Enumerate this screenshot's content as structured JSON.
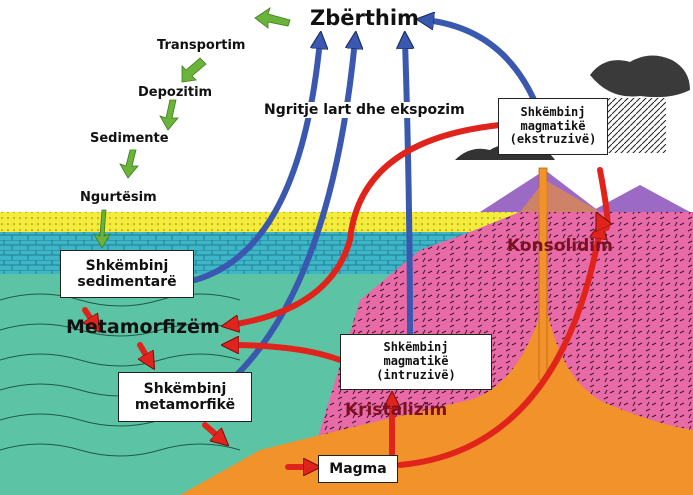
{
  "labels": {
    "zberthim": "Zbërthim",
    "transportim": "Transportim",
    "depozitim": "Depozitim",
    "sedimente": "Sedimente",
    "ngurtesim": "Ngurtësim",
    "ngritje": "Ngritje lart dhe ekspozim",
    "metamorfizem": "Metamorfizëm",
    "konsolidim": "Konsolidim",
    "kristalizim": "Kristalizim",
    "magma": "Magma"
  },
  "boxes": {
    "sedimentare": [
      "Shkëmbinj",
      "sedimentarë"
    ],
    "metamorfike": [
      "Shkëmbinj",
      "metamorfikë"
    ],
    "intruzive": [
      "Shkëmbinj",
      "magmatikë",
      "(intruzivë)"
    ],
    "ekstruzive": [
      "Shkëmbinj",
      "magmatikë",
      "(ekstruzivë)"
    ]
  },
  "colors": {
    "uplift_arrow": "#3a58b0",
    "heat_arrow": "#e0241b",
    "surface_arrow": "#6ab43a",
    "sediment_yellow": "#f4ec3c",
    "limestone_blue": "#3fb6c8",
    "metamorphic_green": "#5cc4a4",
    "igneous_pink": "#e86aa6",
    "magma_orange": "#f1922a",
    "volcano_purple": "#9a6ac4"
  }
}
